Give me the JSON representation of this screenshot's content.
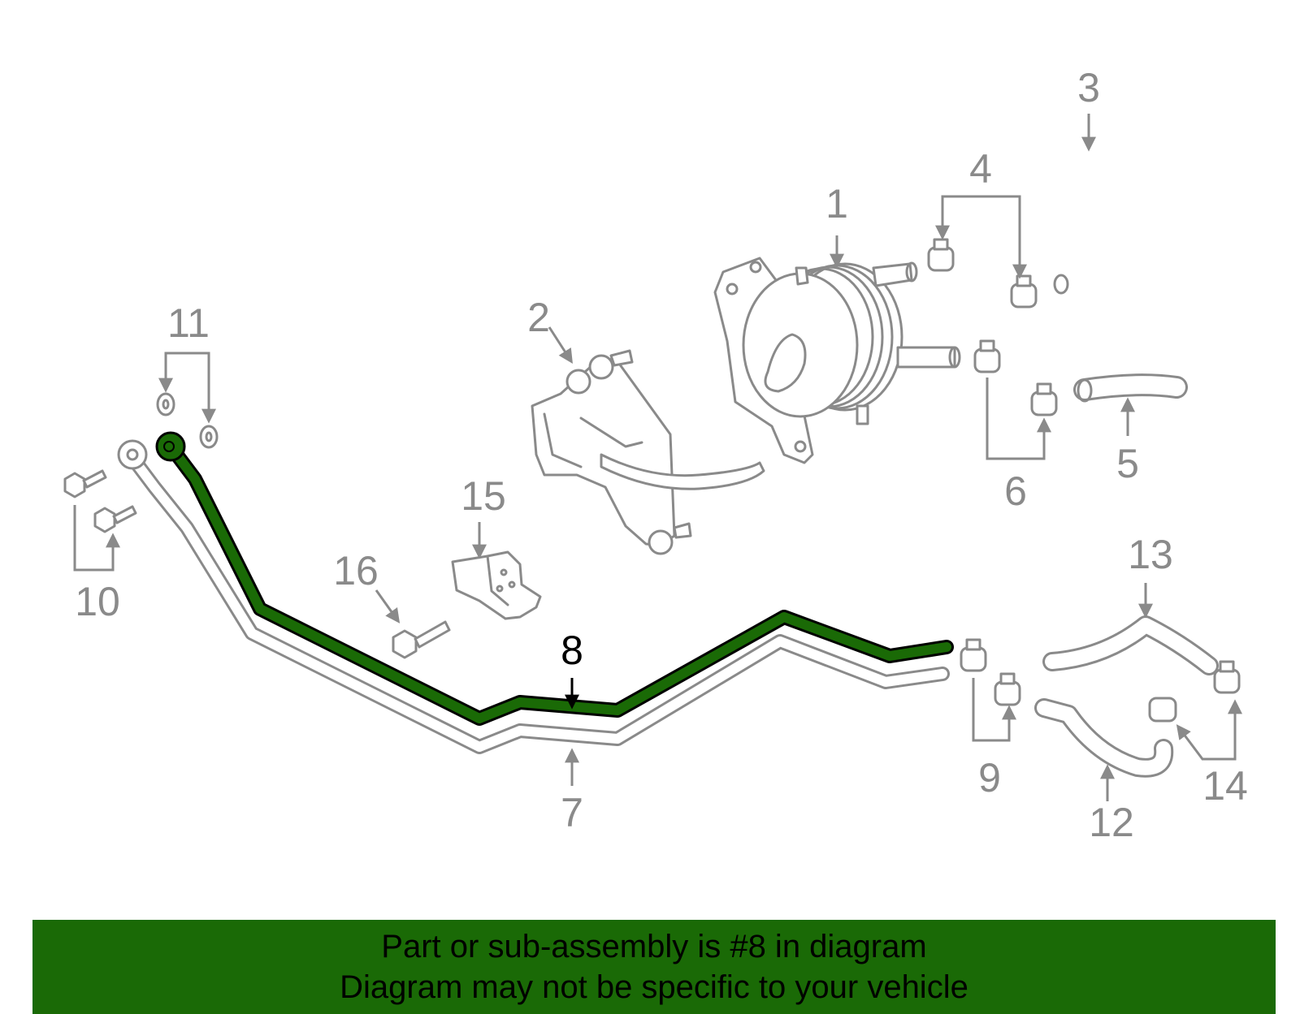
{
  "diagram": {
    "highlight_color": "#1a6a06",
    "part_color": "#8a8a8a",
    "highlighted_part": "8",
    "callouts": [
      {
        "id": "1",
        "label": "1"
      },
      {
        "id": "2",
        "label": "2"
      },
      {
        "id": "3",
        "label": "3"
      },
      {
        "id": "4",
        "label": "4"
      },
      {
        "id": "5",
        "label": "5"
      },
      {
        "id": "6",
        "label": "6"
      },
      {
        "id": "7",
        "label": "7"
      },
      {
        "id": "8",
        "label": "8"
      },
      {
        "id": "9",
        "label": "9"
      },
      {
        "id": "10",
        "label": "10"
      },
      {
        "id": "11",
        "label": "11"
      },
      {
        "id": "12",
        "label": "12"
      },
      {
        "id": "13",
        "label": "13"
      },
      {
        "id": "14",
        "label": "14"
      },
      {
        "id": "15",
        "label": "15"
      },
      {
        "id": "16",
        "label": "16"
      }
    ]
  },
  "banner": {
    "background": "#1a6a06",
    "line1": "Part or sub-assembly is #8 in diagram",
    "line2": "Diagram may not be specific to your vehicle"
  }
}
